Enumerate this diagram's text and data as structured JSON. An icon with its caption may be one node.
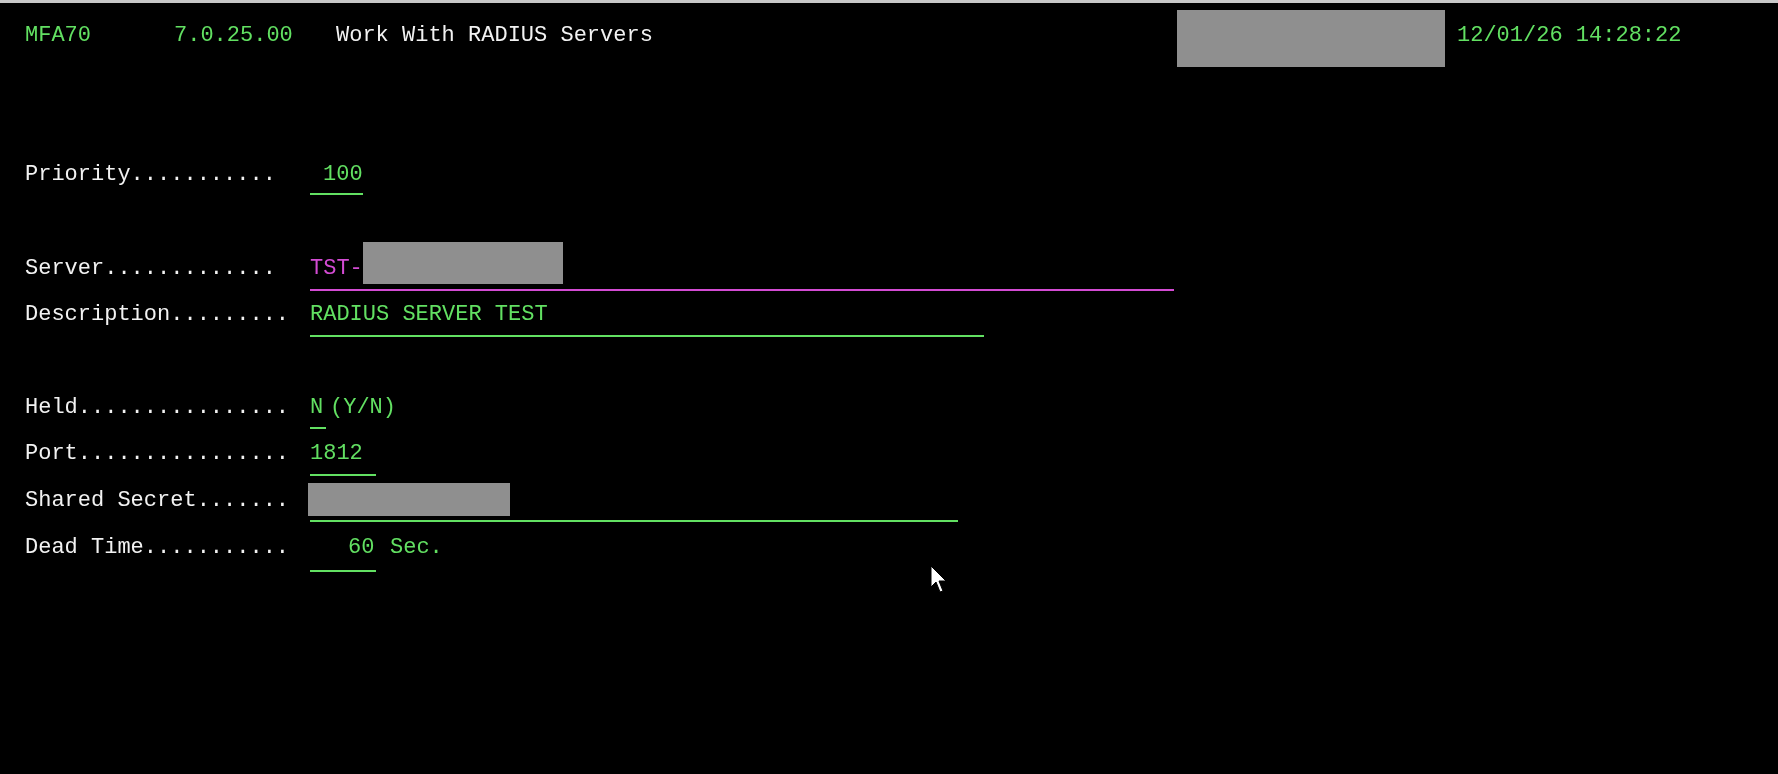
{
  "diagram": {
    "labels": [
      "MFA70",
      "7.0.25.00",
      "Work With RADIUS Servers",
      "12/01/26 14:28:22",
      "Priority...........",
      "100",
      "Server.............",
      "TST-",
      "Description.........",
      "RADIUS SERVER TEST",
      "Held................",
      "N",
      "(Y/N)",
      "Port................",
      "1812",
      "Shared Secret.......",
      "Dead Time...........",
      "60",
      "Sec."
    ]
  }
}
